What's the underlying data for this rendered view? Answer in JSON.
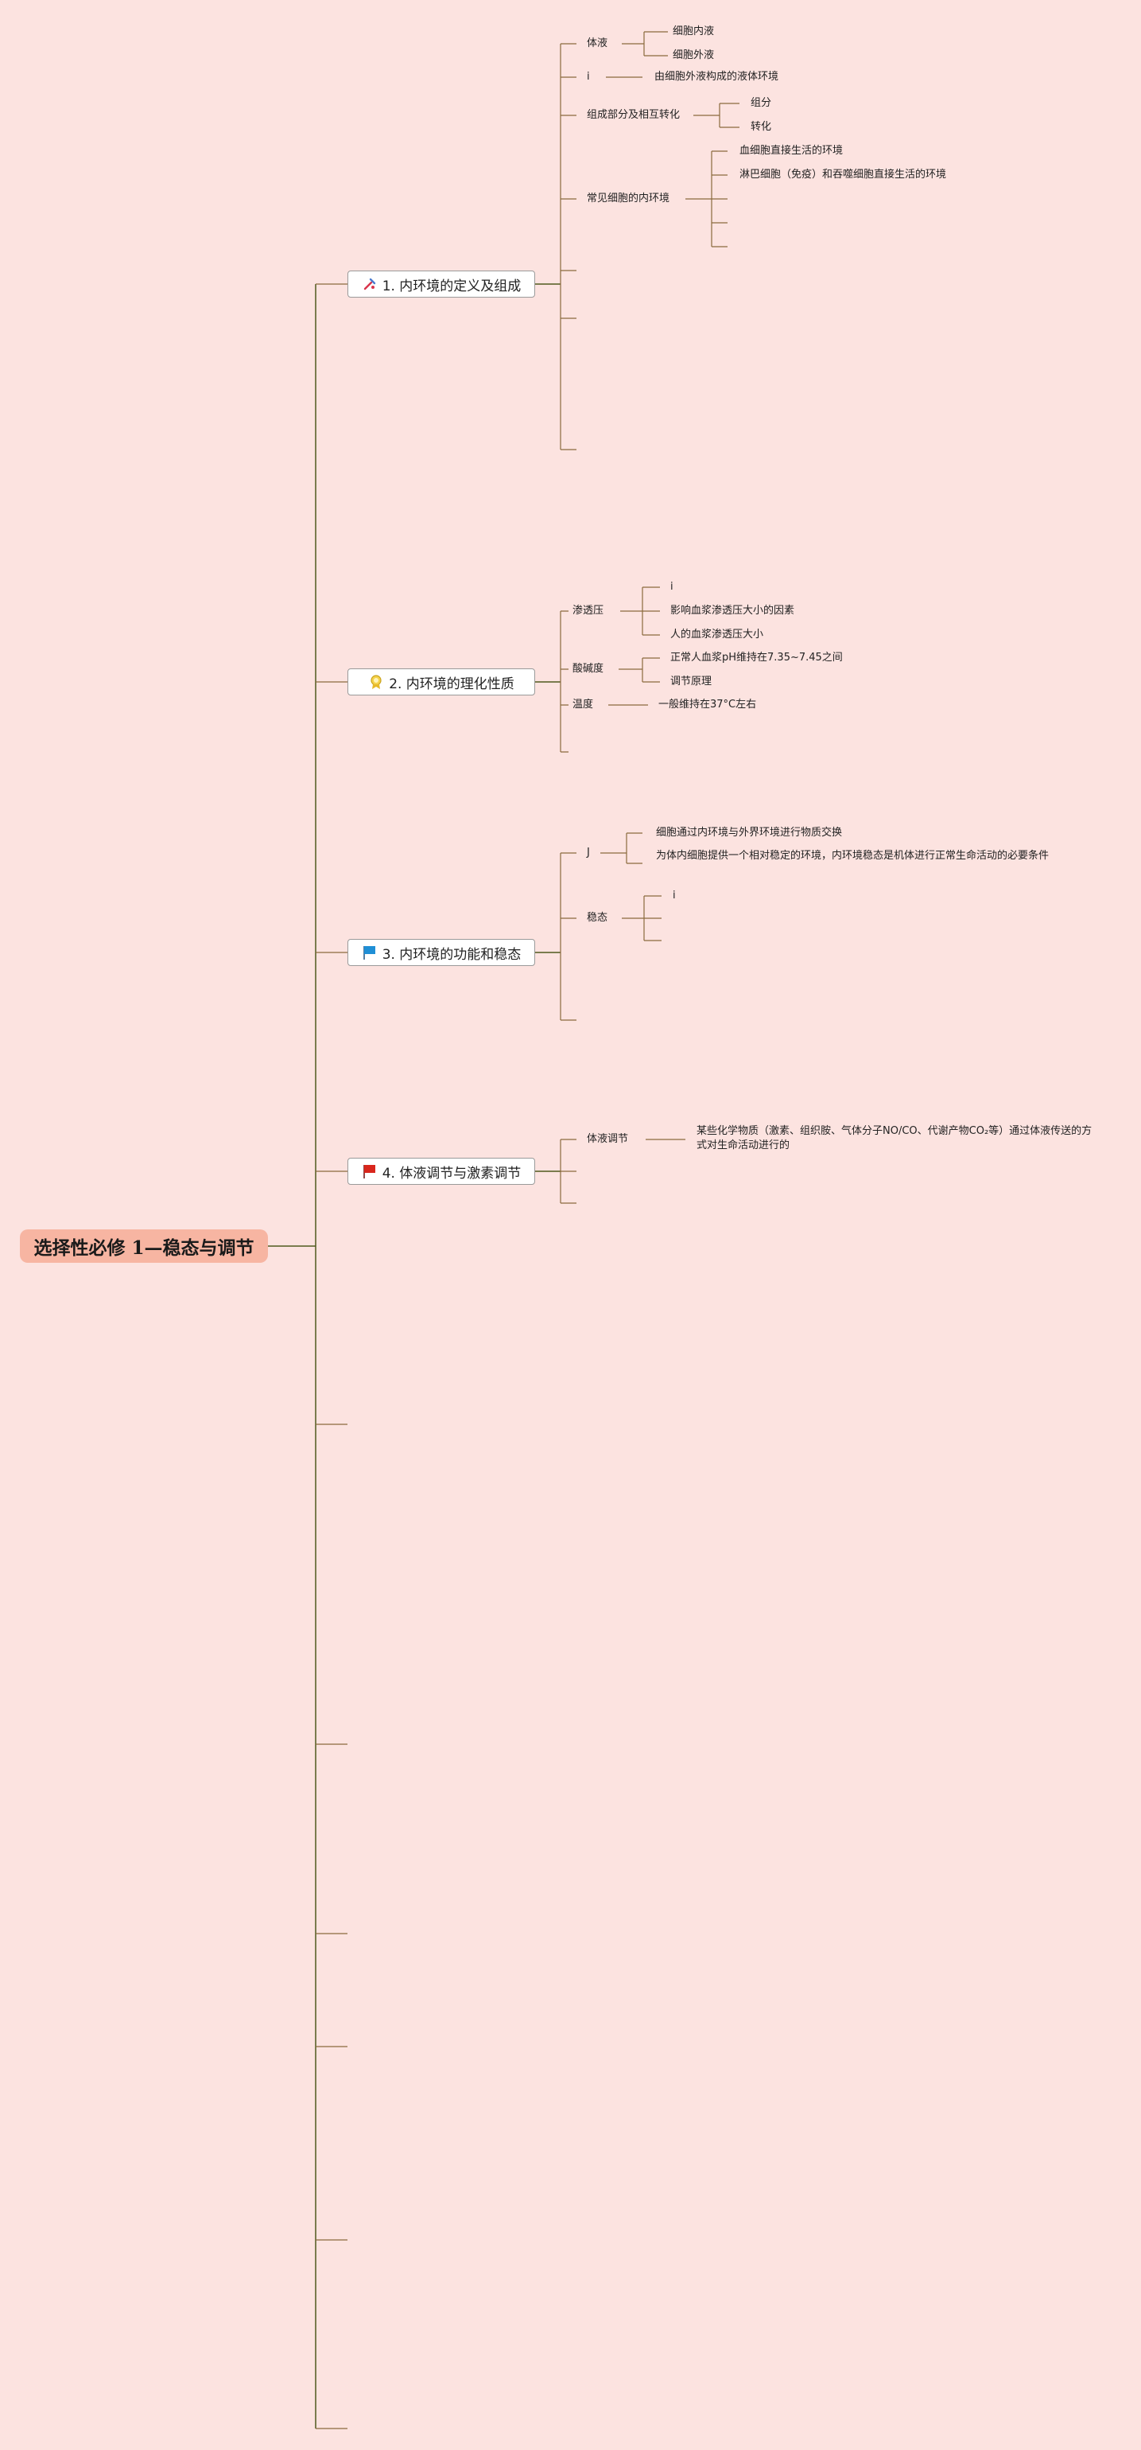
{
  "root": {
    "title": "选择性必修 1—稳态与调节"
  },
  "topics": [
    {
      "label": "1. 内环境的定义及组成",
      "icon": "tools-icon",
      "children": [
        {
          "label": "体液",
          "children": [
            {
              "label": "细胞内液"
            },
            {
              "label": "细胞外液"
            }
          ]
        },
        {
          "label": "i",
          "children": [
            {
              "label": "由细胞外液构成的液体环境"
            }
          ]
        },
        {
          "label": "组成部分及相互转化",
          "children": [
            {
              "label": "组分"
            },
            {
              "label": "转化"
            }
          ]
        },
        {
          "label": "常见细胞的内环境",
          "children": [
            {
              "label": "血细胞直接生活的环境"
            },
            {
              "label": "淋巴细胞（免疫）和吞噬细胞直接生活的环境"
            }
          ]
        }
      ]
    },
    {
      "label": "2. 内环境的理化性质",
      "icon": "award-icon",
      "children": [
        {
          "label": "渗透压",
          "children": [
            {
              "label": "i"
            },
            {
              "label": "影响血浆渗透压大小的因素"
            },
            {
              "label": "人的血浆渗透压大小"
            }
          ]
        },
        {
          "label": "酸碱度",
          "children": [
            {
              "label": "正常人血浆pH维持在7.35~7.45之间"
            },
            {
              "label": "调节原理"
            }
          ]
        },
        {
          "label": "温度",
          "children": [
            {
              "label": "一般维持在37°C左右"
            }
          ]
        }
      ]
    },
    {
      "label": "3. 内环境的功能和稳态",
      "icon": "blue-flag-icon",
      "children": [
        {
          "label": "J",
          "children": [
            {
              "label": "细胞通过内环境与外界环境进行物质交换"
            },
            {
              "label": "为体内细胞提供一个相对稳定的环境，内环境稳态是机体进行正常生命活动的必要条件"
            }
          ]
        },
        {
          "label": "稳态",
          "children": [
            {
              "label": "i"
            }
          ]
        }
      ]
    },
    {
      "label": "4. 体液调节与激素调节",
      "icon": "red-flag-icon",
      "children": [
        {
          "label": "体液调节",
          "children": [
            {
              "label": "某些化学物质（激素、组织胺、气体分子NO/CO、代谢产物CO₂等）通过体液传送的方式对生命活动进行的"
            }
          ]
        }
      ]
    }
  ],
  "colors": {
    "background": "#fce3e0",
    "root_fill": "#f7b5a2",
    "main_line": "#4f5a1e",
    "branch_line": "#8a6a3c"
  }
}
